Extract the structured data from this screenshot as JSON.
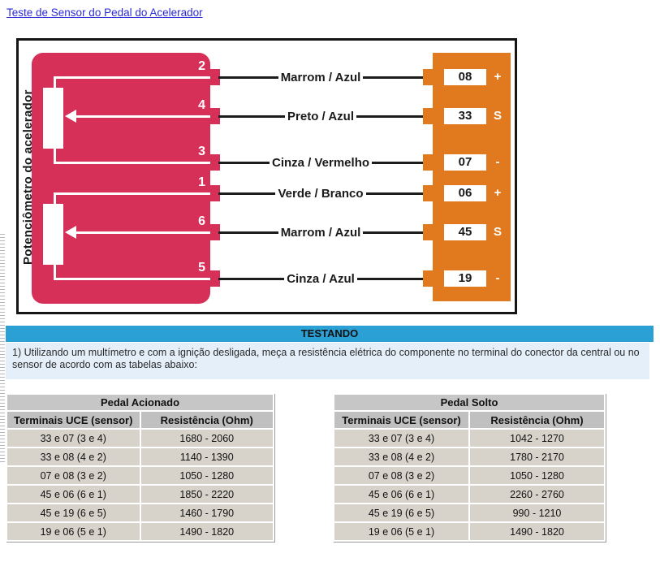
{
  "page": {
    "title_link": "Teste de Sensor do Pedal do Acelerador"
  },
  "diagram": {
    "component_label": "Potenciômetro do acelerador",
    "colors": {
      "potentiometer_body": "#d62f58",
      "uce_connector": "#e1791e",
      "wire_line": "#1c1c1c"
    },
    "rows": [
      {
        "pin": "2",
        "wire": "Marrom / Azul",
        "terminal": "08",
        "symbol": "+"
      },
      {
        "pin": "4",
        "wire": "Preto / Azul",
        "terminal": "33",
        "symbol": "S"
      },
      {
        "pin": "3",
        "wire": "Cinza / Vermelho",
        "terminal": "07",
        "symbol": "-"
      },
      {
        "pin": "1",
        "wire": "Verde / Branco",
        "terminal": "06",
        "symbol": "+"
      },
      {
        "pin": "6",
        "wire": "Marrom / Azul",
        "terminal": "45",
        "symbol": "S"
      },
      {
        "pin": "5",
        "wire": "Cinza / Azul",
        "terminal": "19",
        "symbol": "-"
      }
    ]
  },
  "testing": {
    "header": "TESTANDO",
    "header_color": "#2ba0d4",
    "instruction": "1) Utilizando um multímetro e com a ignição desligada, meça a resistência elétrica do componente no terminal do conector da central ou no sensor de acordo com as tabelas abaixo:"
  },
  "tables": [
    {
      "title": "Pedal Acionado",
      "columns": [
        "Terminais UCE (sensor)",
        "Resistência (Ohm)"
      ],
      "rows": [
        [
          "33 e 07 (3 e 4)",
          "1680 - 2060"
        ],
        [
          "33 e 08 (4 e 2)",
          "1140 - 1390"
        ],
        [
          "07 e 08 (3 e 2)",
          "1050 - 1280"
        ],
        [
          "45 e 06 (6 e 1)",
          "1850 - 2220"
        ],
        [
          "45 e 19 (6 e 5)",
          "1460 - 1790"
        ],
        [
          "19 e 06 (5 e 1)",
          "1490 - 1820"
        ]
      ]
    },
    {
      "title": "Pedal Solto",
      "columns": [
        "Terminais UCE (sensor)",
        "Resistência (Ohm)"
      ],
      "rows": [
        [
          "33 e 07 (3 e 4)",
          "1042 - 1270"
        ],
        [
          "33 e 08 (4 e 2)",
          "1780 - 2170"
        ],
        [
          "07 e 08 (3 e 2)",
          "1050 - 1280"
        ],
        [
          "45 e 06 (6 e 1)",
          "2260 - 2760"
        ],
        [
          "45 e 19 (6 e 5)",
          "990 - 1210"
        ],
        [
          "19 e 06 (5 e 1)",
          "1490 - 1820"
        ]
      ]
    }
  ]
}
